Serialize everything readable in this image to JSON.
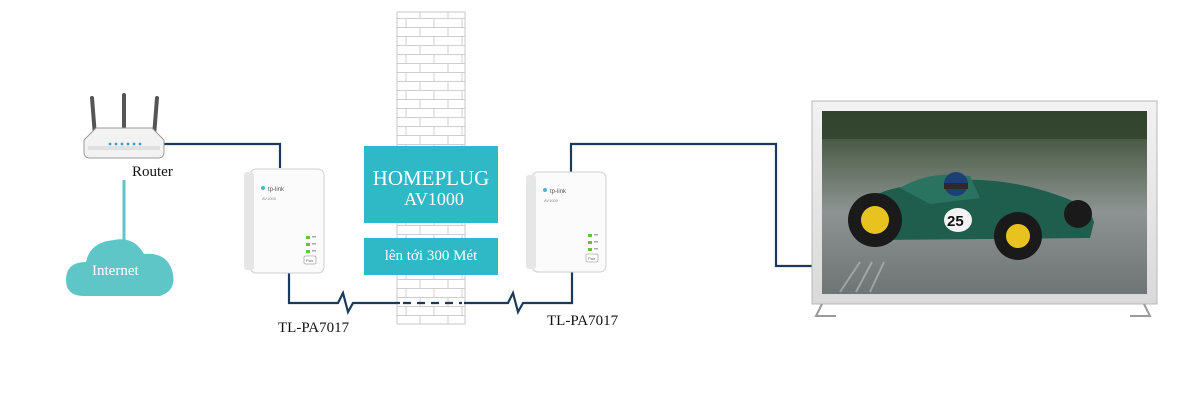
{
  "router": {
    "label": "Router"
  },
  "internet": {
    "label": "Internet"
  },
  "homeplug": {
    "line1": "HOMEPLUG",
    "line2": "AV1000",
    "range": "lên tới 300 Mét"
  },
  "adapters": [
    {
      "model": "TL-PA7017",
      "brand": "tp-link",
      "sub": "AV1000"
    },
    {
      "model": "TL-PA7017",
      "brand": "tp-link",
      "sub": "AV1000"
    }
  ],
  "tv": {
    "race_number": "25"
  },
  "colors": {
    "cable": "#1a3a5c",
    "teal": "#2fb9c6",
    "internet_link": "#5fc6c8",
    "brick": "#d6d6d6"
  }
}
